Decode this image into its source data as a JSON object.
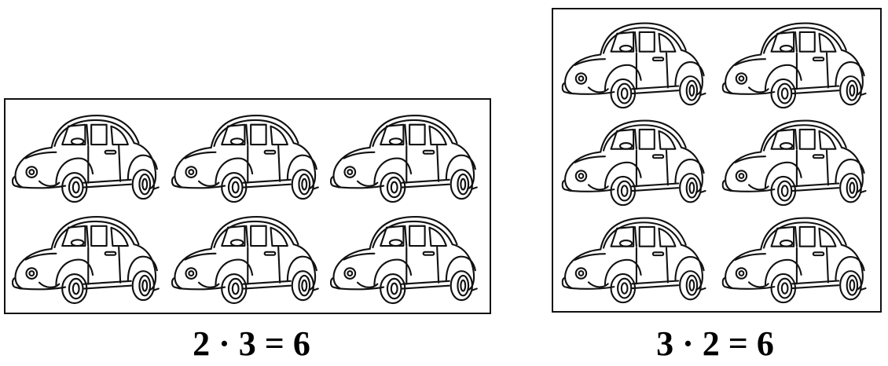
{
  "groups": [
    {
      "name": "left-group",
      "rows": 2,
      "cols": 3,
      "equation": "2 · 3 = 6"
    },
    {
      "name": "right-group",
      "rows": 3,
      "cols": 2,
      "equation": "3 · 2 = 6"
    }
  ],
  "item_icon": "car-icon",
  "colors": {
    "stroke": "#111111",
    "background": "#ffffff"
  }
}
